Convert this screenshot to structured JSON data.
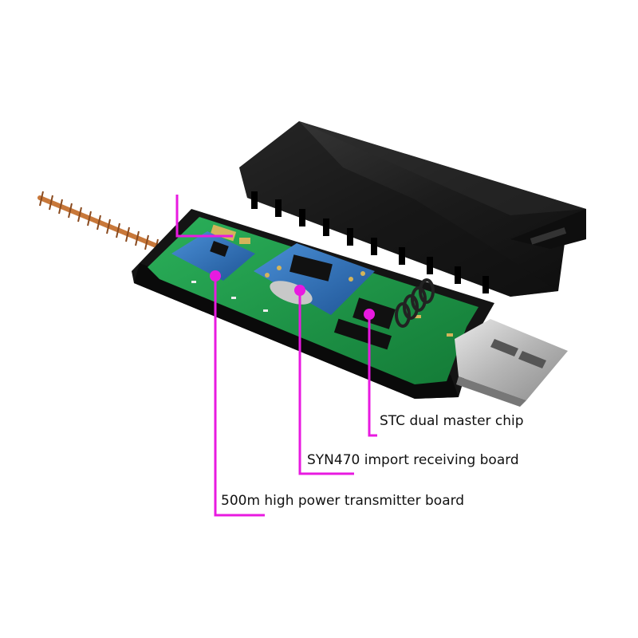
{
  "callouts": {
    "stc_chip": "STC dual master chip",
    "syn470": "SYN470 import receiving board",
    "transmitter": "500m high power transmitter board"
  },
  "colors": {
    "leader_line": "#e81ae0",
    "pcb_green": "#1f9a4a",
    "module_blue": "#2f6fb5",
    "case_black": "#1a1a1a",
    "antenna_copper": "#c8783a",
    "usb_metal": "#c8c8c8"
  }
}
